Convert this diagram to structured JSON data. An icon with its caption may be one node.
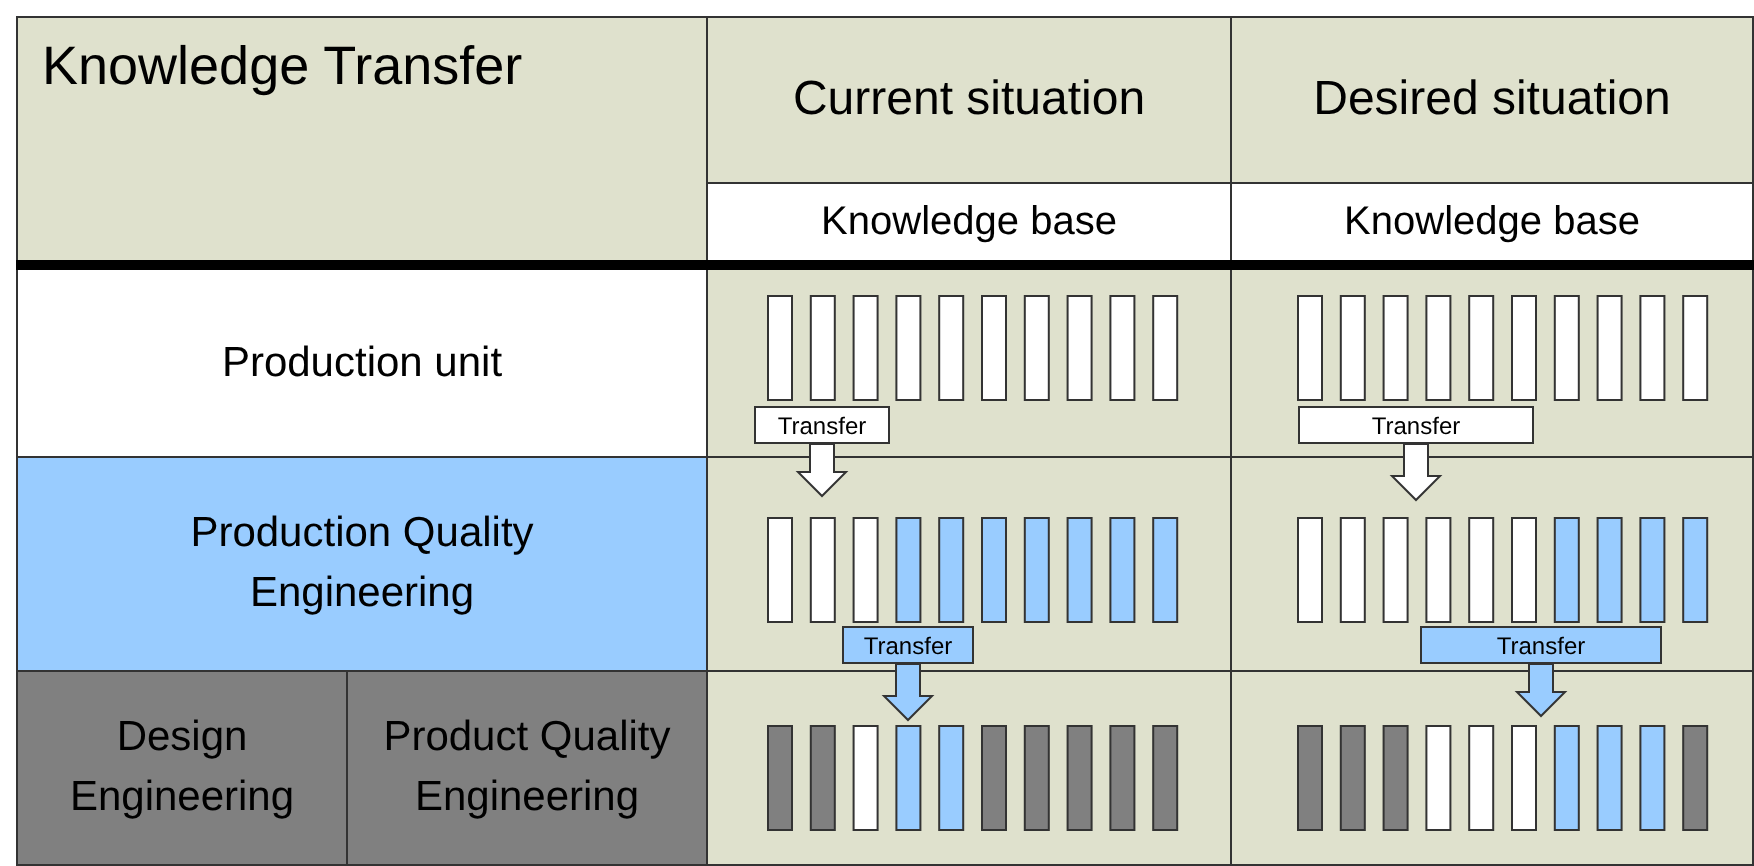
{
  "diagram": {
    "nodes": [
      {
        "text": [
          "Transfer"
        ]
      },
      {
        "text": [
          "Transfer"
        ]
      },
      {
        "text": [
          "Transfer"
        ]
      },
      {
        "text": [
          "Transfer"
        ]
      }
    ],
    "edges": [
      {
        "from": 0,
        "to": null,
        "arrow": "to"
      },
      {
        "from": 1,
        "to": null,
        "arrow": "to"
      },
      {
        "from": 2,
        "to": null,
        "arrow": "to"
      },
      {
        "from": 3,
        "to": null,
        "arrow": "to"
      }
    ],
    "labels": [
      "Knowledge Transfer",
      "Current situation",
      "Desired situation",
      "Knowledge base",
      "Knowledge base",
      "Production unit",
      "Production Quality Engineering",
      "Design Engineering",
      "Product Quality Engineering"
    ]
  }
}
